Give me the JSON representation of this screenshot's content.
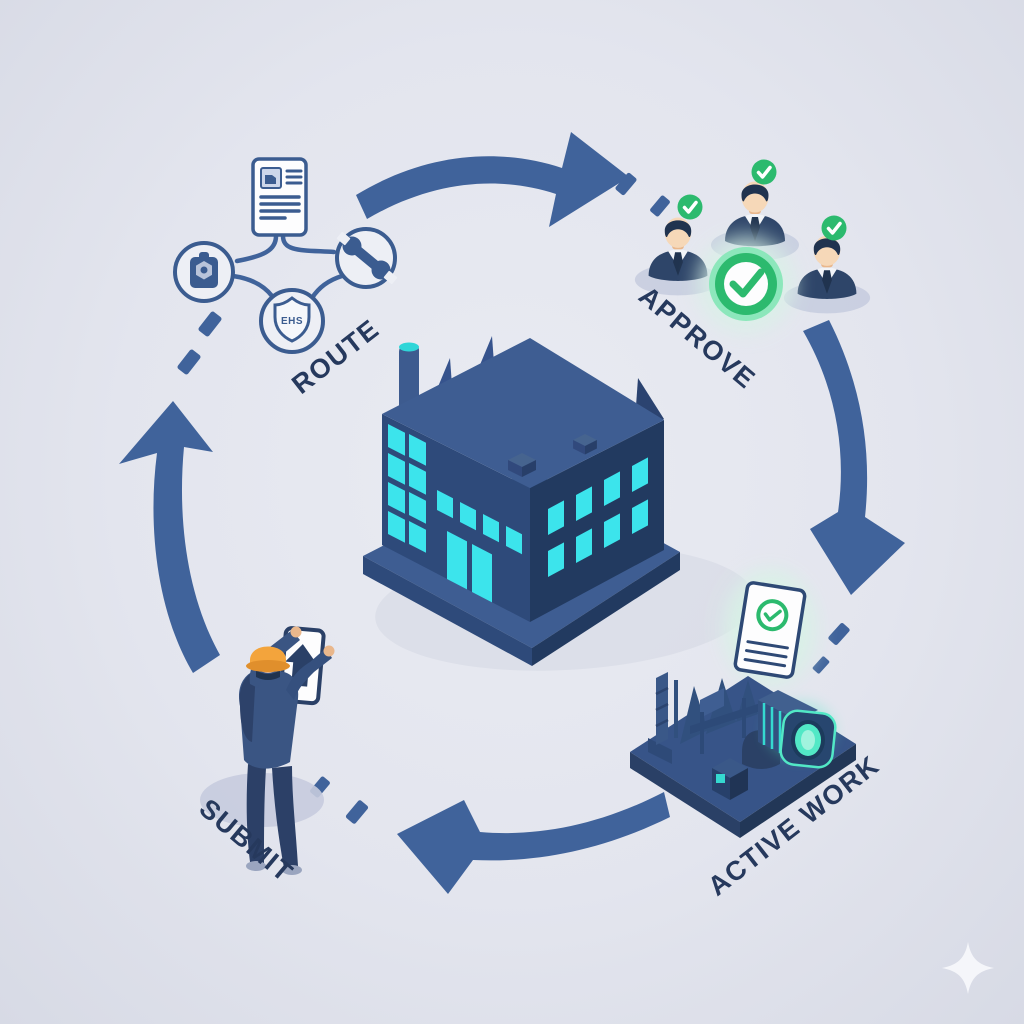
{
  "stages": {
    "route": {
      "label": "ROUTE",
      "shield_text": "EHS"
    },
    "approve": {
      "label": "APPROVE",
      "approver_count": 3
    },
    "active_work": {
      "label": "ACTIVE WORK"
    },
    "submit": {
      "label": "SUBMIT"
    }
  },
  "icons": {
    "route": [
      "work-order-document-icon",
      "permit-clipboard-icon",
      "wrench-icon",
      "ehs-shield-icon"
    ],
    "approve": [
      "approver-avatar",
      "approved-check-badge-icon",
      "approved-check-circle-icon"
    ],
    "active_work": [
      "work-site-isometric-icon",
      "approved-permit-document-icon"
    ],
    "submit": [
      "worker-figure-icon",
      "submit-up-arrow-card-icon"
    ],
    "center": [
      "factory-isometric-icon"
    ],
    "flow": [
      "flow-arrow",
      "flow-dash"
    ],
    "decor": [
      "sparkle-icon"
    ]
  },
  "colors": {
    "background": "#e3e5ee",
    "background_center": "#e9ebf2",
    "background_edge": "#d7dae5",
    "arrow": "#40639b",
    "label": "#26395d",
    "outline": "#3b5c90",
    "icon_bg": "#edeff5",
    "navy": "#2e4a7a",
    "navy_dark": "#223a60",
    "navy_mid": "#3d5b8f",
    "roof": "#3e5d92",
    "cyan": "#3ce4ec",
    "teal": "#35d9d0",
    "teal_cap": "#2fd6d8",
    "glow_teal": "#52e8c6",
    "green": "#2cba6e",
    "green_light": "#8ce7bb",
    "mint": "#d8f2e6",
    "lavender": "#c6cbde",
    "skin": "#f6d8b8",
    "skin_dark": "#e9b78c",
    "hat": "#f3a43c",
    "hat_dark": "#e08f2c",
    "hair": "#20334f",
    "suit": "#2e4569",
    "shirt": "#f2f4f8",
    "white": "#fdfdfe",
    "shadow": "#d2d6e1",
    "shoe": "#9aa5bf",
    "sparkle": "#f5f6fa"
  }
}
